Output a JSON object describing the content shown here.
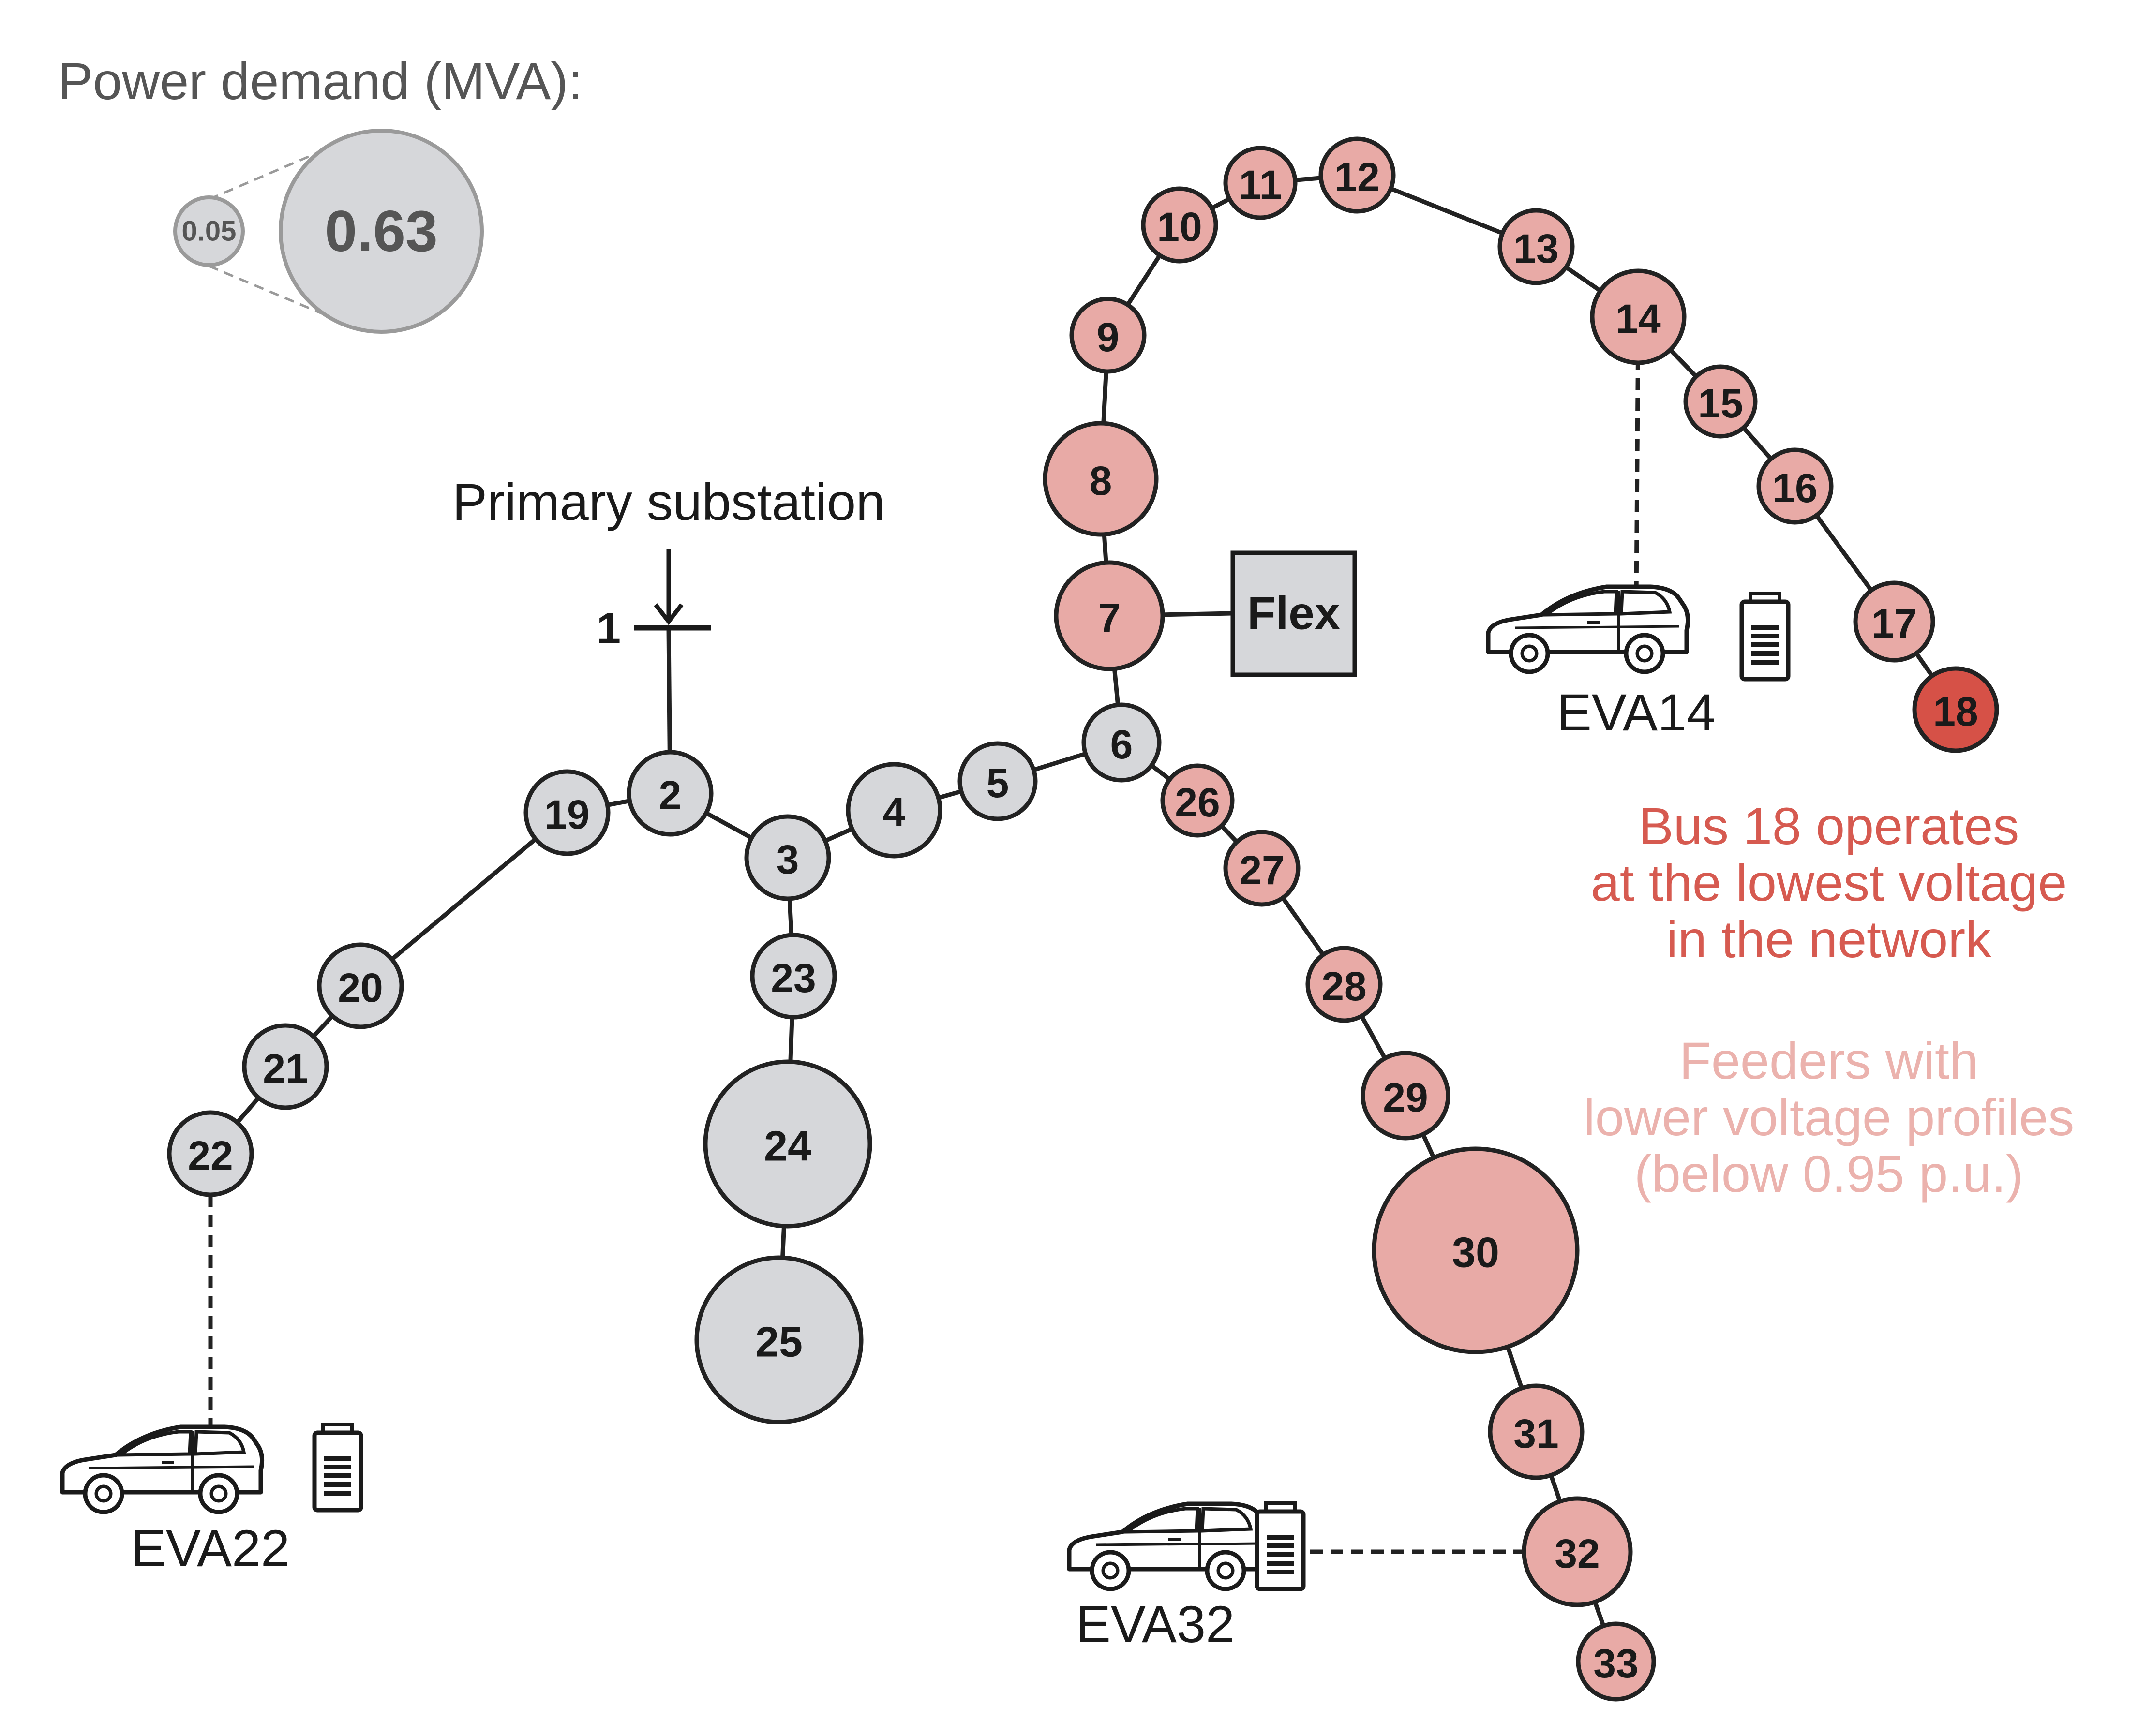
{
  "legend": {
    "title": "Power demand (MVA):",
    "small_value": "0.05",
    "large_value": "0.63"
  },
  "substation": {
    "label": "Primary substation",
    "bus_number": "1"
  },
  "flex": {
    "label": "Flex"
  },
  "annotations": {
    "lowest_voltage": [
      "Bus 18 operates",
      "at the lowest voltage",
      "in the network"
    ],
    "feeders": [
      "Feeders with",
      "lower voltage profiles",
      "(below 0.95 p.u.)"
    ]
  },
  "colors": {
    "normal_bus": "#d6d7da",
    "low_voltage_bus": "#e8aaa6",
    "lowest_bus": "#d65147",
    "lowest_text": "#d65a50",
    "feeder_text": "#ebb2ad",
    "legend_text": "#555555",
    "line": "#222222"
  },
  "buses": [
    {
      "id": "2",
      "status": "normal"
    },
    {
      "id": "3",
      "status": "normal"
    },
    {
      "id": "4",
      "status": "normal"
    },
    {
      "id": "5",
      "status": "normal"
    },
    {
      "id": "6",
      "status": "normal"
    },
    {
      "id": "7",
      "status": "low"
    },
    {
      "id": "8",
      "status": "low"
    },
    {
      "id": "9",
      "status": "low"
    },
    {
      "id": "10",
      "status": "low"
    },
    {
      "id": "11",
      "status": "low"
    },
    {
      "id": "12",
      "status": "low"
    },
    {
      "id": "13",
      "status": "low"
    },
    {
      "id": "14",
      "status": "low"
    },
    {
      "id": "15",
      "status": "low"
    },
    {
      "id": "16",
      "status": "low"
    },
    {
      "id": "17",
      "status": "low"
    },
    {
      "id": "18",
      "status": "lowest"
    },
    {
      "id": "19",
      "status": "normal"
    },
    {
      "id": "20",
      "status": "normal"
    },
    {
      "id": "21",
      "status": "normal"
    },
    {
      "id": "22",
      "status": "normal"
    },
    {
      "id": "23",
      "status": "normal"
    },
    {
      "id": "24",
      "status": "normal"
    },
    {
      "id": "25",
      "status": "normal"
    },
    {
      "id": "26",
      "status": "low"
    },
    {
      "id": "27",
      "status": "low"
    },
    {
      "id": "28",
      "status": "low"
    },
    {
      "id": "29",
      "status": "low"
    },
    {
      "id": "30",
      "status": "low"
    },
    {
      "id": "31",
      "status": "low"
    },
    {
      "id": "32",
      "status": "low"
    },
    {
      "id": "33",
      "status": "low"
    }
  ],
  "ev_aggregators": [
    {
      "id": "EVA14",
      "label": "EVA14",
      "bus": "14"
    },
    {
      "id": "EVA22",
      "label": "EVA22",
      "bus": "22"
    },
    {
      "id": "EVA32",
      "label": "EVA32",
      "bus": "32"
    }
  ]
}
